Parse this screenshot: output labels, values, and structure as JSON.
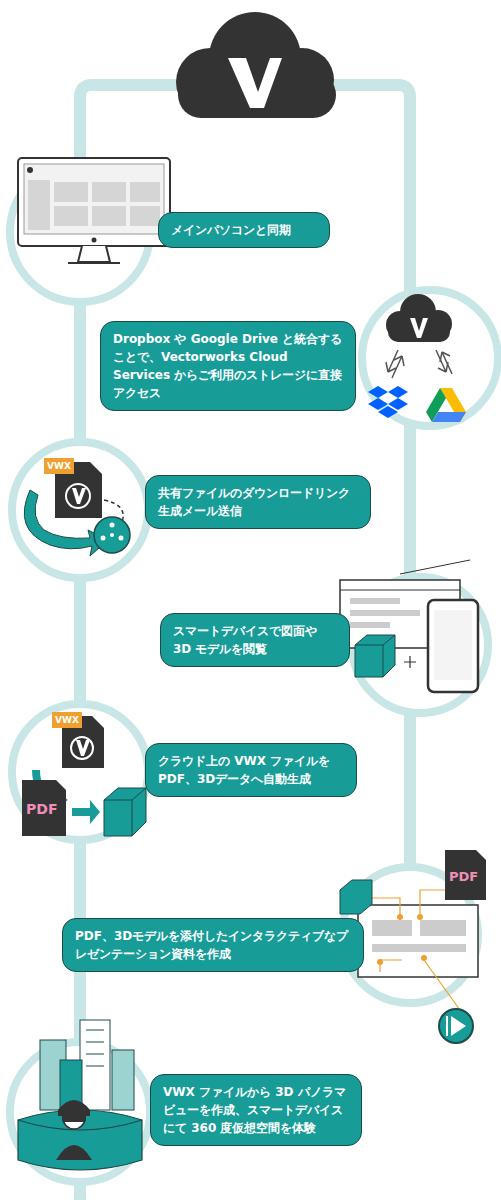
{
  "diagram": {
    "nodes": [
      {
        "text": [
          "メインパソコンと同期"
        ]
      },
      {
        "text": [
          "Dropbox や Google Drive と統合することで、Vectorworks Cloud Services からご利用のストレージに直接アクセス"
        ]
      },
      {
        "text": [
          "共有ファイルのダウンロードリンク生成メール送信"
        ]
      },
      {
        "text": [
          "スマートデバイスで図面や 3D モデルを閲覧"
        ]
      },
      {
        "text": [
          "クラウド上の VWX ファイルを PDF、3Dデータへ自動生成"
        ]
      },
      {
        "text": [
          "PDF、3Dモデルを添付したインタラクティブなプレゼンテーション資料を作成"
        ]
      },
      {
        "text": [
          "VWX ファイルから 3D パノラマビューを作成、スマートデバイスにて 360 度仮想空間を体験"
        ]
      }
    ],
    "labels": [
      "VWX",
      "VWX",
      "PDF",
      "PDF"
    ]
  }
}
